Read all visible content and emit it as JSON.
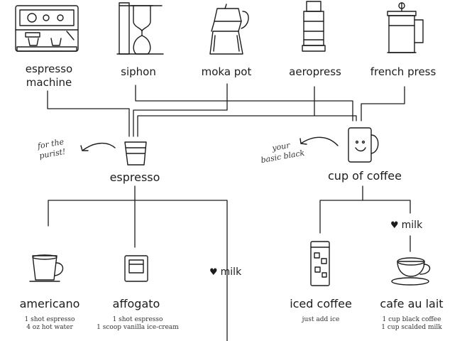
{
  "brewers": {
    "espresso_machine": {
      "line1": "espresso",
      "line2": "machine"
    },
    "siphon": "siphon",
    "moka_pot": "moka pot",
    "aeropress": "aeropress",
    "french_press": "french press"
  },
  "middle": {
    "espresso": "espresso",
    "cup_of_coffee": "cup of coffee",
    "purist_note": {
      "line1": "for the",
      "line2": "purist!"
    },
    "black_note": {
      "line1": "your",
      "line2": "basic black"
    }
  },
  "drinks": {
    "americano": {
      "name": "americano",
      "recipe1": "1 shot espresso",
      "recipe2": "4 oz hot water"
    },
    "affogato": {
      "name": "affogato",
      "recipe1": "1 shot espresso",
      "recipe2": "1 scoop vanilla ice-cream"
    },
    "espresso_milk": {
      "label": "milk"
    },
    "iced_coffee": {
      "name": "iced coffee",
      "recipe1": "just add ice"
    },
    "coffee_milk": {
      "label": "milk"
    },
    "cafe_au_lait": {
      "name": "cafe au lait",
      "recipe1": "1 cup black coffee",
      "recipe2": "1 cup scalded milk"
    }
  },
  "icons": {
    "heart": "♥"
  },
  "colors": {
    "ink": "#1c1c1c",
    "background": "#ffffff"
  }
}
